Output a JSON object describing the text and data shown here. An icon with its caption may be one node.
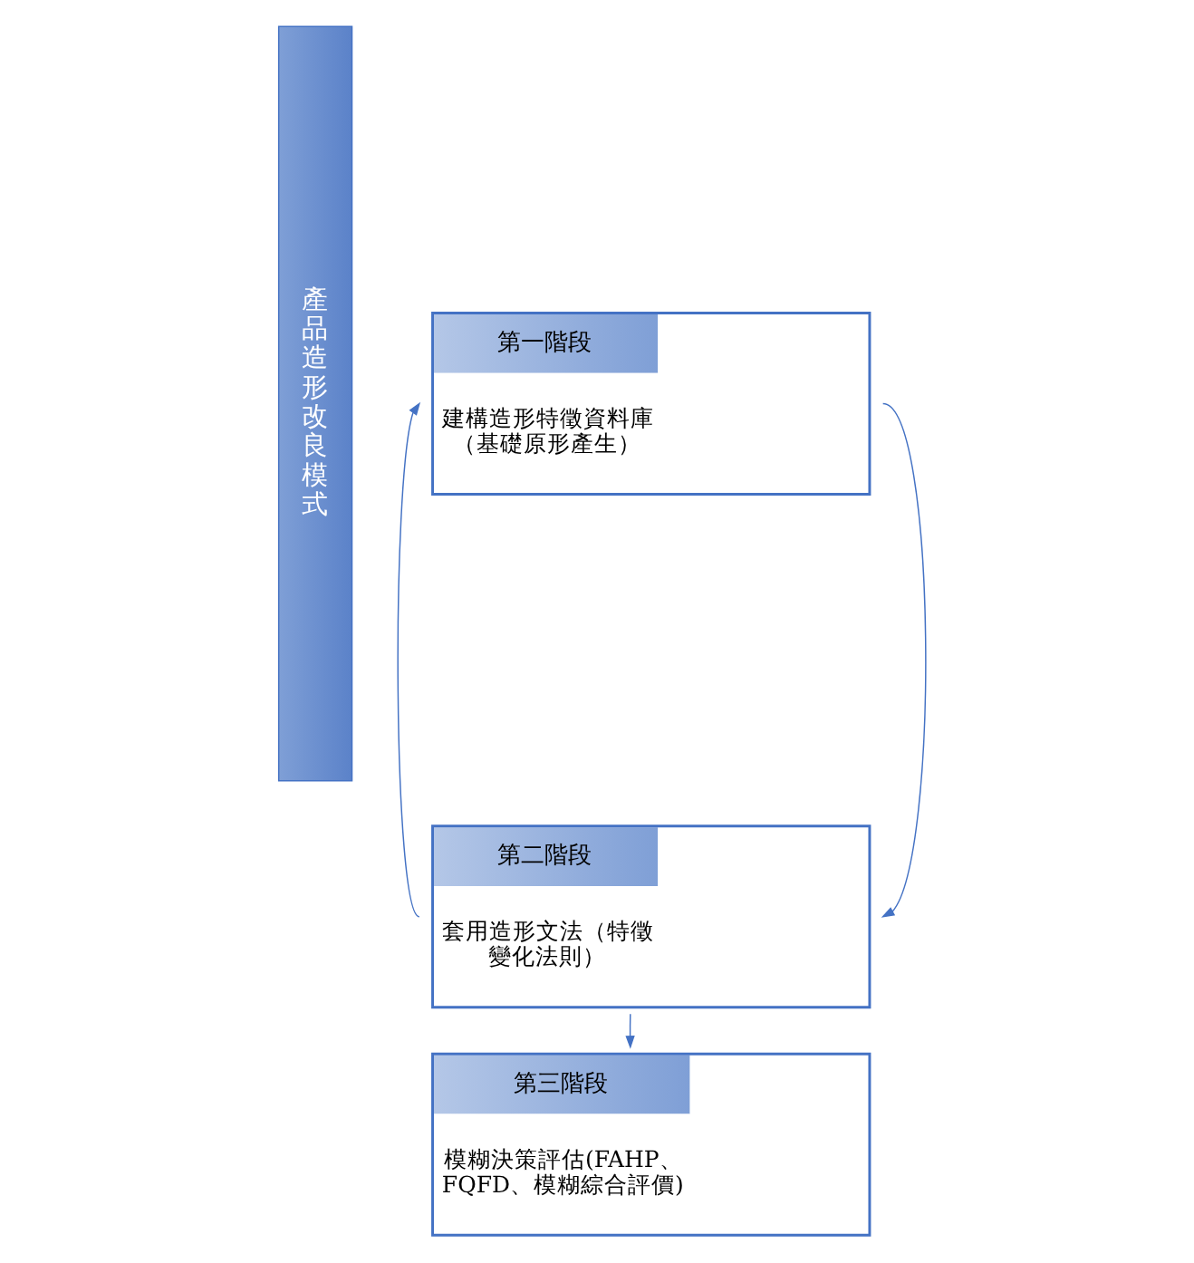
{
  "diagram": {
    "nodes": [
      {
        "text": [
          "產品造形改良模式"
        ]
      },
      {
        "text": [
          "第一階段",
          "建構造形特徵資料庫（基礎原形產生）"
        ]
      },
      {
        "text": [
          "第二階段",
          "套用造形文法（特徵變化法則）"
        ]
      },
      {
        "text": [
          "第三階段",
          "模糊決策評估(FAHP、FQFD、模糊綜合評價)"
        ]
      }
    ],
    "edges": [
      {
        "from": 2,
        "to": 1,
        "arrow": "to"
      },
      {
        "from": 1,
        "to": 2,
        "arrow": "to"
      },
      {
        "from": 2,
        "to": 3,
        "arrow": "to"
      }
    ]
  }
}
